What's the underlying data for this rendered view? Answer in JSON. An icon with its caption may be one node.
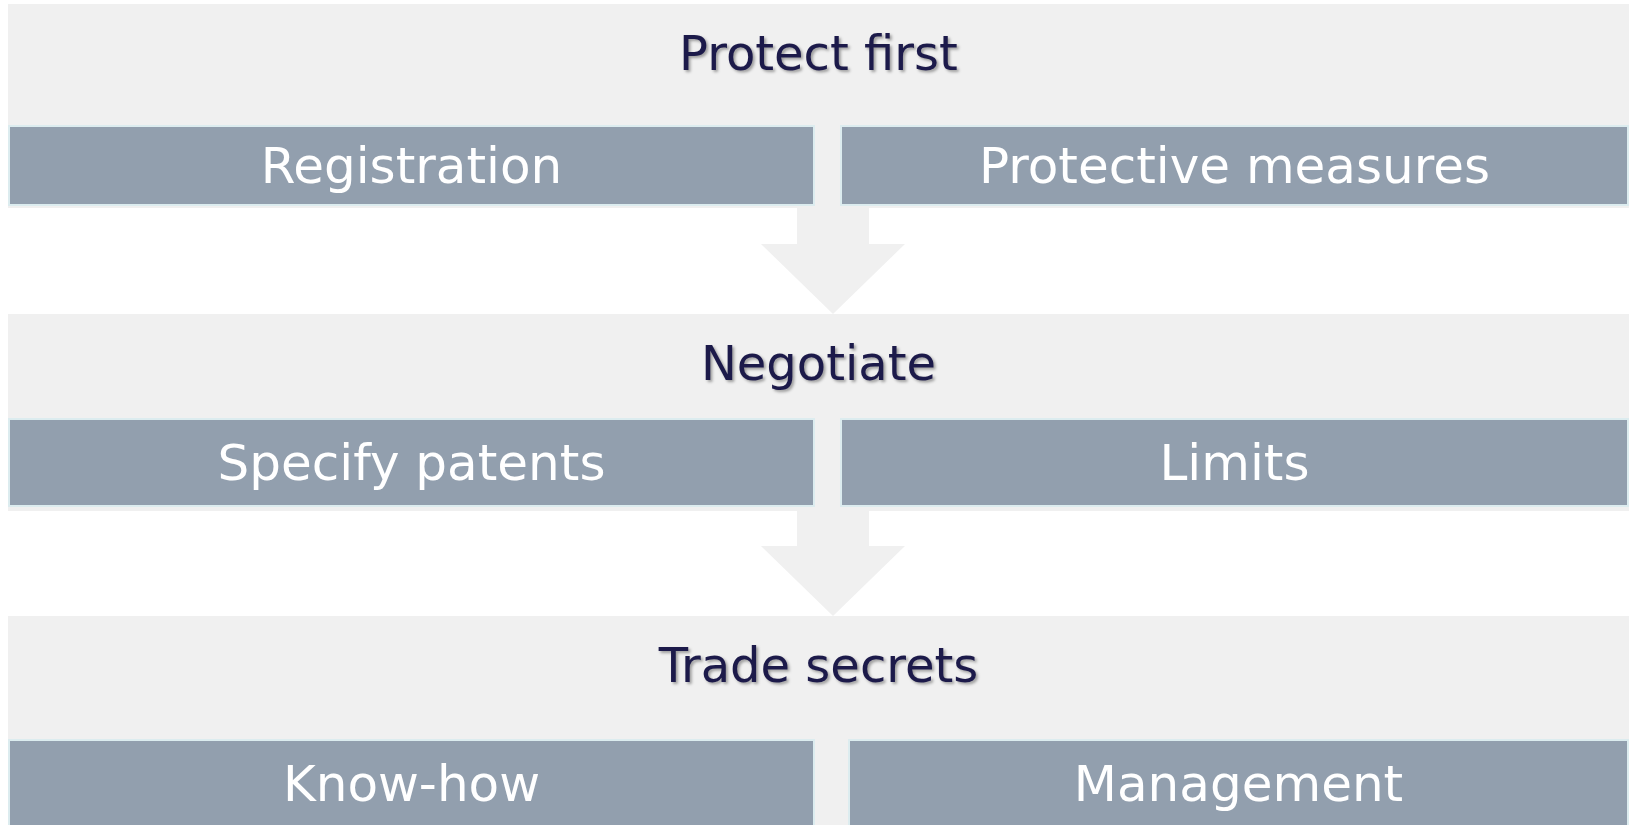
{
  "diagram": {
    "nodes": [
      {
        "text": [
          "Protect first"
        ]
      },
      {
        "text": [
          "Registration"
        ],
        "in": 0
      },
      {
        "text": [
          "Protective measures"
        ],
        "in": 0
      },
      {
        "text": [
          "Negotiate"
        ]
      },
      {
        "text": [
          "Specify patents"
        ],
        "in": 3
      },
      {
        "text": [
          "Limits"
        ],
        "in": 3
      },
      {
        "text": [
          "Trade secrets"
        ]
      },
      {
        "text": [
          "Know-how"
        ],
        "in": 6
      },
      {
        "text": [
          "Management"
        ],
        "in": 6
      }
    ],
    "edges": [
      {
        "from": 0,
        "to": 3,
        "arrow": "to"
      },
      {
        "from": 3,
        "to": 6,
        "arrow": "to"
      }
    ]
  }
}
